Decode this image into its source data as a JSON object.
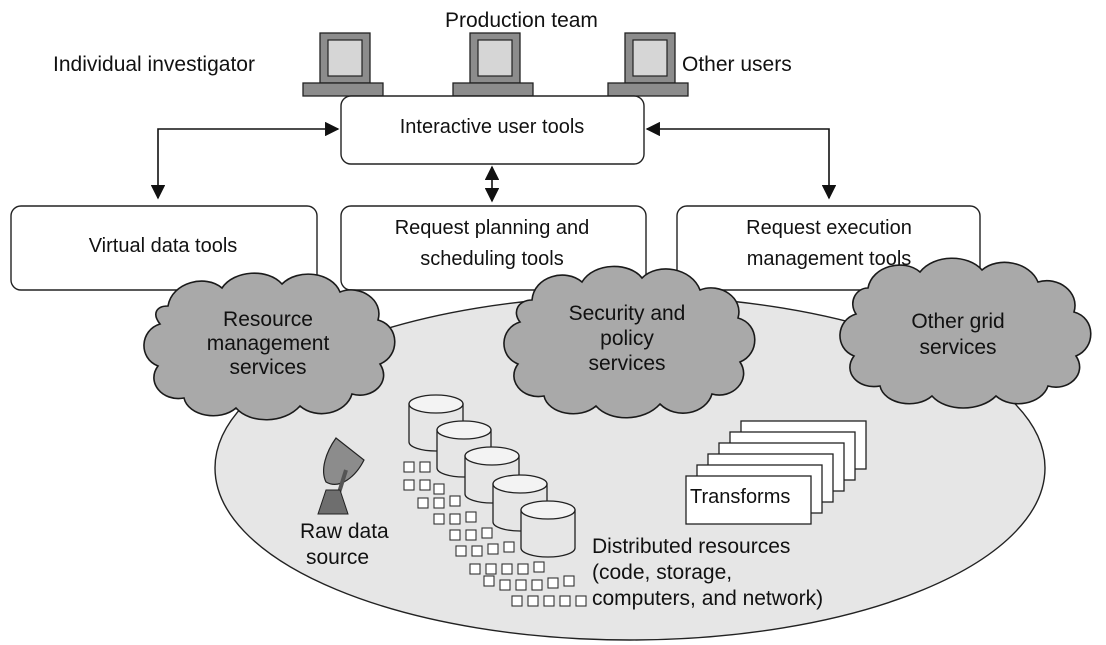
{
  "users": {
    "individual": "Individual investigator",
    "production": "Production team",
    "other": "Other users"
  },
  "tools": {
    "interactive": "Interactive user tools",
    "virtual_data": "Virtual data tools",
    "planning": [
      "Request planning and",
      "scheduling tools"
    ],
    "execution": [
      "Request execution",
      "management tools"
    ]
  },
  "services": {
    "resource": [
      "Resource",
      "management",
      "services"
    ],
    "security": [
      "Security and",
      "policy",
      "services"
    ],
    "other": [
      "Other grid",
      "services"
    ]
  },
  "resources": {
    "raw_data": [
      "Raw data",
      "source"
    ],
    "transforms": "Transforms",
    "distributed": [
      "Distributed resources",
      "(code, storage,",
      "computers, and network)"
    ]
  },
  "colors": {
    "cloud_fill": "#a9a9a9",
    "ellipse_fill": "#e6e6e6",
    "terminal_fill": "#8c8c8c",
    "line": "#111111"
  }
}
